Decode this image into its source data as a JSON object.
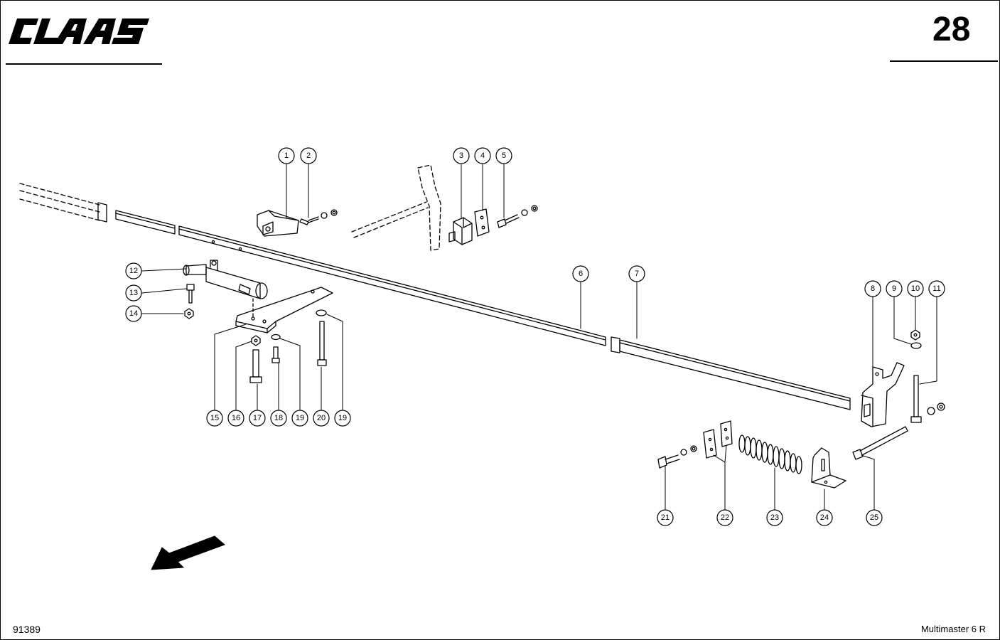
{
  "brand": {
    "logo_text": "CLAAS"
  },
  "header": {
    "page_number": "28"
  },
  "footer": {
    "drawing_number": "91389",
    "model": "Multimaster 6 R"
  },
  "callouts": [
    "1",
    "2",
    "3",
    "4",
    "5",
    "6",
    "7",
    "8",
    "9",
    "10",
    "11",
    "12",
    "13",
    "14",
    "15",
    "16",
    "17",
    "18",
    "19",
    "20",
    "19",
    "21",
    "22",
    "23",
    "24",
    "25"
  ],
  "icons": {
    "direction": "direction-arrow-icon"
  }
}
